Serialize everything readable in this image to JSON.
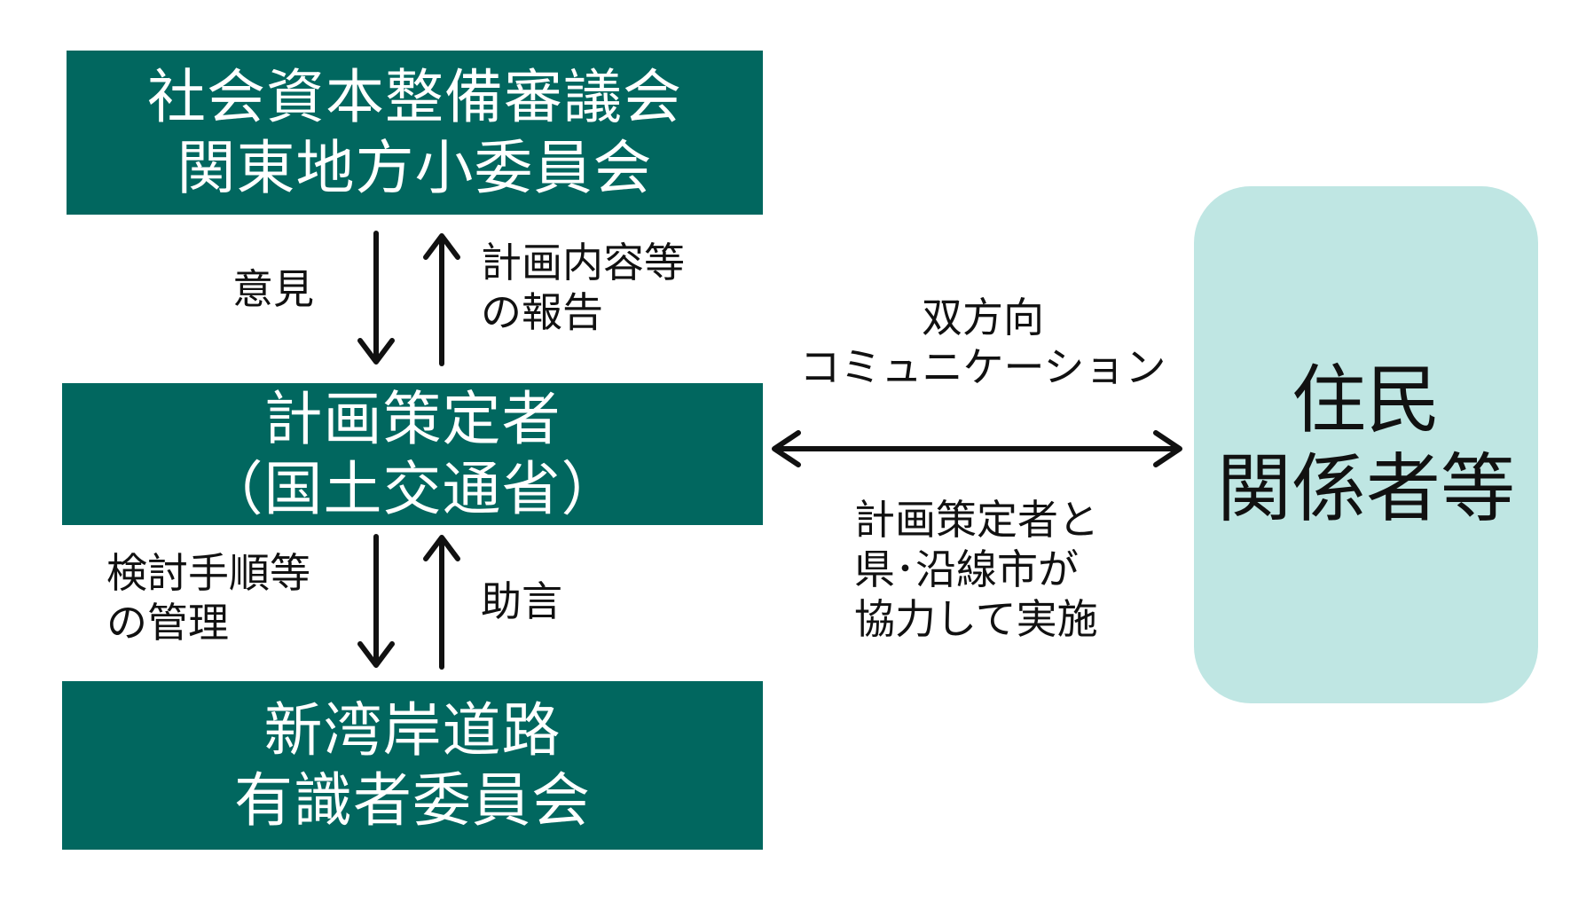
{
  "boxes": {
    "council": {
      "lines": [
        "社会資本整備審議会",
        "関東地方小委員会"
      ]
    },
    "planner": {
      "lines": [
        "計画策定者",
        "（国土交通省）"
      ]
    },
    "experts": {
      "lines": [
        "新湾岸道路",
        "有識者委員会"
      ]
    },
    "residents": {
      "lines": [
        "住民",
        "関係者等"
      ]
    }
  },
  "labels": {
    "opinion": {
      "lines": [
        "意見"
      ]
    },
    "report": {
      "lines": [
        "計画内容等",
        "の報告"
      ]
    },
    "procedure": {
      "lines": [
        "検討手順等",
        "の管理"
      ]
    },
    "advice": {
      "lines": [
        "助言"
      ]
    },
    "bidirectional": {
      "lines": [
        "双方向",
        "コミュニケーション"
      ]
    },
    "implementation": {
      "lines": [
        "計画策定者と",
        "県･沿線市が",
        "協力して実施"
      ]
    }
  },
  "colors": {
    "box_fill": "#01675f",
    "box_text": "#ffffff",
    "residents_fill": "#bfe6e3",
    "arrow": "#111111"
  }
}
